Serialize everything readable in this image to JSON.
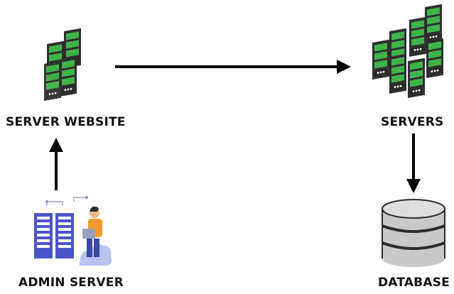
{
  "nodes": {
    "server_website": {
      "label": "SERVER WEBSITE",
      "icon": "server-rack-icon"
    },
    "servers": {
      "label": "SERVERS",
      "icon": "server-cluster-icon"
    },
    "admin_server": {
      "label": "ADMIN SERVER",
      "icon": "admin-workstation-icon"
    },
    "database": {
      "label": "DATABASE",
      "icon": "database-icon"
    }
  },
  "edges": [
    {
      "from": "server_website",
      "to": "servers"
    },
    {
      "from": "servers",
      "to": "database"
    },
    {
      "from": "admin_server",
      "to": "server_website"
    }
  ],
  "colors": {
    "server_body": "#2f2f2f",
    "server_panel": "#3fb44a",
    "database": "#c9c9c9",
    "arrow": "#000000",
    "admin_accent": "#4a55c8"
  }
}
